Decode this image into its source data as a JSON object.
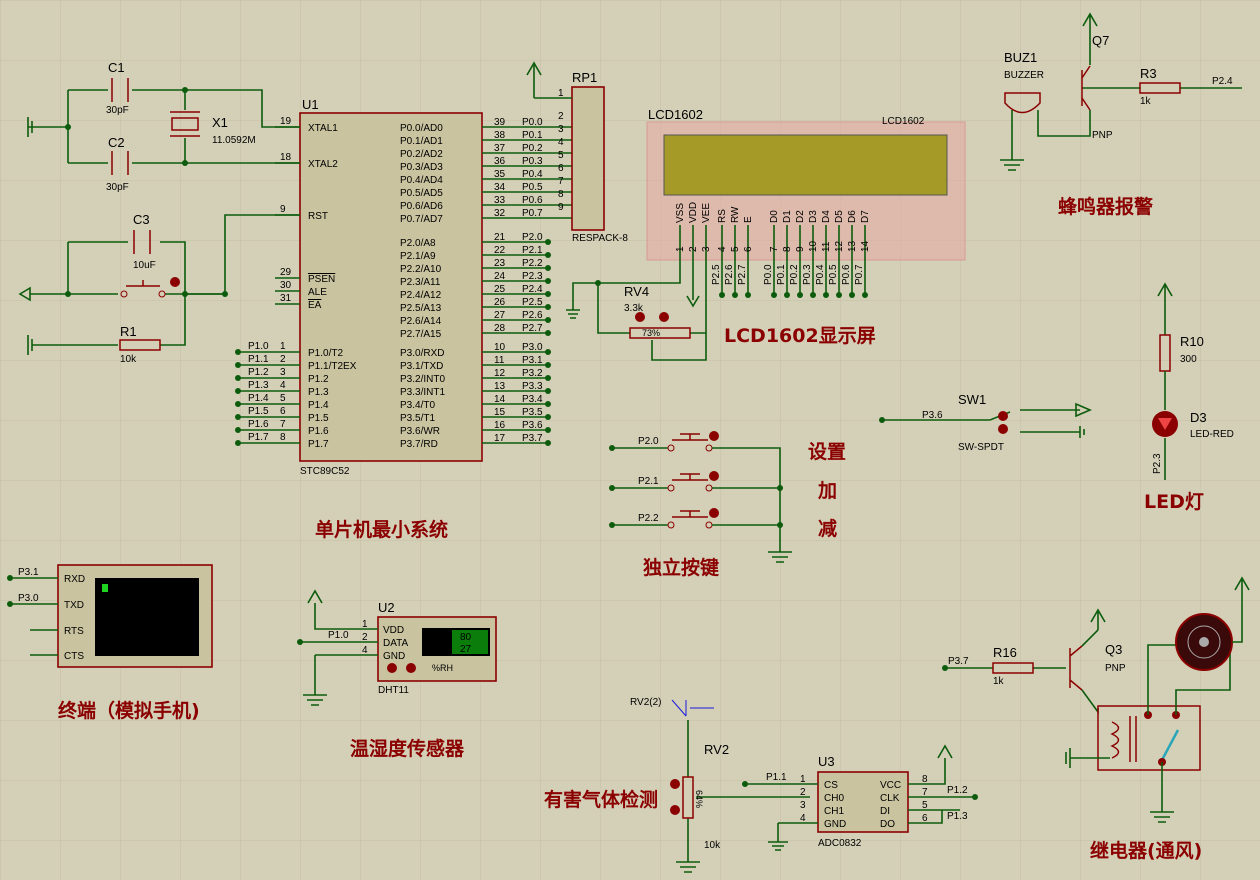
{
  "mcu": {
    "ref": "U1",
    "part": "STC89C52",
    "left_pins": [
      "XTAL1",
      "XTAL2",
      "RST",
      "PSEN",
      "ALE",
      "EA",
      "P1.0/T2",
      "P1.1/T2EX",
      "P1.2",
      "P1.3",
      "P1.4",
      "P1.5",
      "P1.6",
      "P1.7"
    ],
    "left_nums": [
      "19",
      "18",
      "9",
      "29",
      "30",
      "31",
      "1",
      "2",
      "3",
      "4",
      "5",
      "6",
      "7",
      "8"
    ],
    "right_pins": [
      "P0.0/AD0",
      "P0.1/AD1",
      "P0.2/AD2",
      "P0.3/AD3",
      "P0.4/AD4",
      "P0.5/AD5",
      "P0.6/AD6",
      "P0.7/AD7",
      "P2.0/A8",
      "P2.1/A9",
      "P2.2/A10",
      "P2.3/A11",
      "P2.4/A12",
      "P2.5/A13",
      "P2.6/A14",
      "P2.7/A15",
      "P3.0/RXD",
      "P3.1/TXD",
      "P3.2/INT0",
      "P3.3/INT1",
      "P3.4/T0",
      "P3.5/T1",
      "P3.6/WR",
      "P3.7/RD"
    ],
    "right_nums": [
      "39",
      "38",
      "37",
      "36",
      "35",
      "34",
      "33",
      "32",
      "21",
      "22",
      "23",
      "24",
      "25",
      "26",
      "27",
      "28",
      "10",
      "11",
      "12",
      "13",
      "14",
      "15",
      "16",
      "17"
    ],
    "right_nets": [
      "P0.0",
      "P0.1",
      "P0.2",
      "P0.3",
      "P0.4",
      "P0.5",
      "P0.6",
      "P0.7",
      "P2.0",
      "P2.1",
      "P2.2",
      "P2.3",
      "P2.4",
      "P2.5",
      "P2.6",
      "P2.7",
      "P3.0",
      "P3.1",
      "P3.2",
      "P3.3",
      "P3.4",
      "P3.5",
      "P3.6",
      "P3.7"
    ],
    "left_nets": [
      "P1.0",
      "P1.1",
      "P1.2",
      "P1.3",
      "P1.4",
      "P1.5",
      "P1.6",
      "P1.7"
    ]
  },
  "osc": {
    "c1_ref": "C1",
    "c1_val": "30pF",
    "c2_ref": "C2",
    "c2_val": "30pF",
    "x1_ref": "X1",
    "x1_val": "11.0592M",
    "c3_ref": "C3",
    "c3_val": "10uF",
    "r1_ref": "R1",
    "r1_val": "10k"
  },
  "rp1": {
    "ref": "RP1",
    "part": "RESPACK-8",
    "nums": [
      "1",
      "2",
      "3",
      "4",
      "5",
      "6",
      "7",
      "8",
      "9"
    ]
  },
  "lcd": {
    "ref": "LCD1602",
    "part": "LCD1602",
    "pins": [
      "VSS",
      "VDD",
      "VEE",
      "RS",
      "RW",
      "E",
      "D0",
      "D1",
      "D2",
      "D3",
      "D4",
      "D5",
      "D6",
      "D7"
    ],
    "nums": [
      "1",
      "2",
      "3",
      "4",
      "5",
      "6",
      "7",
      "8",
      "9",
      "10",
      "11",
      "12",
      "13",
      "14"
    ],
    "nets": [
      "P2.5",
      "P2.6",
      "P2.7",
      "P0.0",
      "P0.1",
      "P0.2",
      "P0.3",
      "P0.4",
      "P0.5",
      "P0.6",
      "P0.7"
    ],
    "rv4_ref": "RV4",
    "rv4_val": "3.3k",
    "rv4_pct": "73%"
  },
  "buzzer": {
    "buz_ref": "BUZ1",
    "buz_part": "BUZZER",
    "q_ref": "Q7",
    "q_type": "PNP",
    "r_ref": "R3",
    "r_val": "1k",
    "net": "P2.4"
  },
  "sw1": {
    "ref": "SW1",
    "part": "SW-SPDT",
    "net": "P3.6"
  },
  "led": {
    "r_ref": "R10",
    "r_val": "300",
    "d_ref": "D3",
    "d_part": "LED-RED",
    "net": "P2.3"
  },
  "keys": {
    "nets": [
      "P2.0",
      "P2.1",
      "P2.2"
    ],
    "labels": [
      "设置",
      "加",
      "减"
    ]
  },
  "terminal": {
    "pins": [
      "RXD",
      "TXD",
      "RTS",
      "CTS"
    ],
    "nets": [
      "P3.1",
      "P3.0"
    ]
  },
  "dht": {
    "ref": "U2",
    "part": "DHT11",
    "pins": [
      "VDD",
      "DATA",
      "GND"
    ],
    "nums": [
      "1",
      "2",
      "4"
    ],
    "net": "P1.0",
    "hum": "80",
    "temp": "27",
    "unit": "%RH",
    "arrow": ">"
  },
  "gas": {
    "rv2_tag": "RV2(2)",
    "rv2_ref": "RV2",
    "rv2_val": "10k",
    "pct": "64%"
  },
  "adc": {
    "ref": "U3",
    "part": "ADC0832",
    "left_pins": [
      "CS",
      "CH0",
      "CH1",
      "GND"
    ],
    "left_nums": [
      "1",
      "2",
      "3",
      "4"
    ],
    "right_pins": [
      "VCC",
      "CLK",
      "DI",
      "DO"
    ],
    "right_nums": [
      "8",
      "7",
      "5",
      "6"
    ],
    "nets": [
      "P1.1",
      "P1.2",
      "P1.3"
    ]
  },
  "relay": {
    "r_ref": "R16",
    "r_val": "1k",
    "q_ref": "Q3",
    "q_type": "PNP",
    "net": "P3.7"
  },
  "labels": {
    "mcu": "单片机最小系统",
    "lcd": "LCD1602显示屏",
    "buzzer": "蜂鸣器报警",
    "led": "LED灯",
    "keys": "独立按键",
    "terminal": "终端（模拟手机)",
    "dht": "温湿度传感器",
    "gas": "有害气体检测",
    "relay": "继电器(通风)"
  }
}
